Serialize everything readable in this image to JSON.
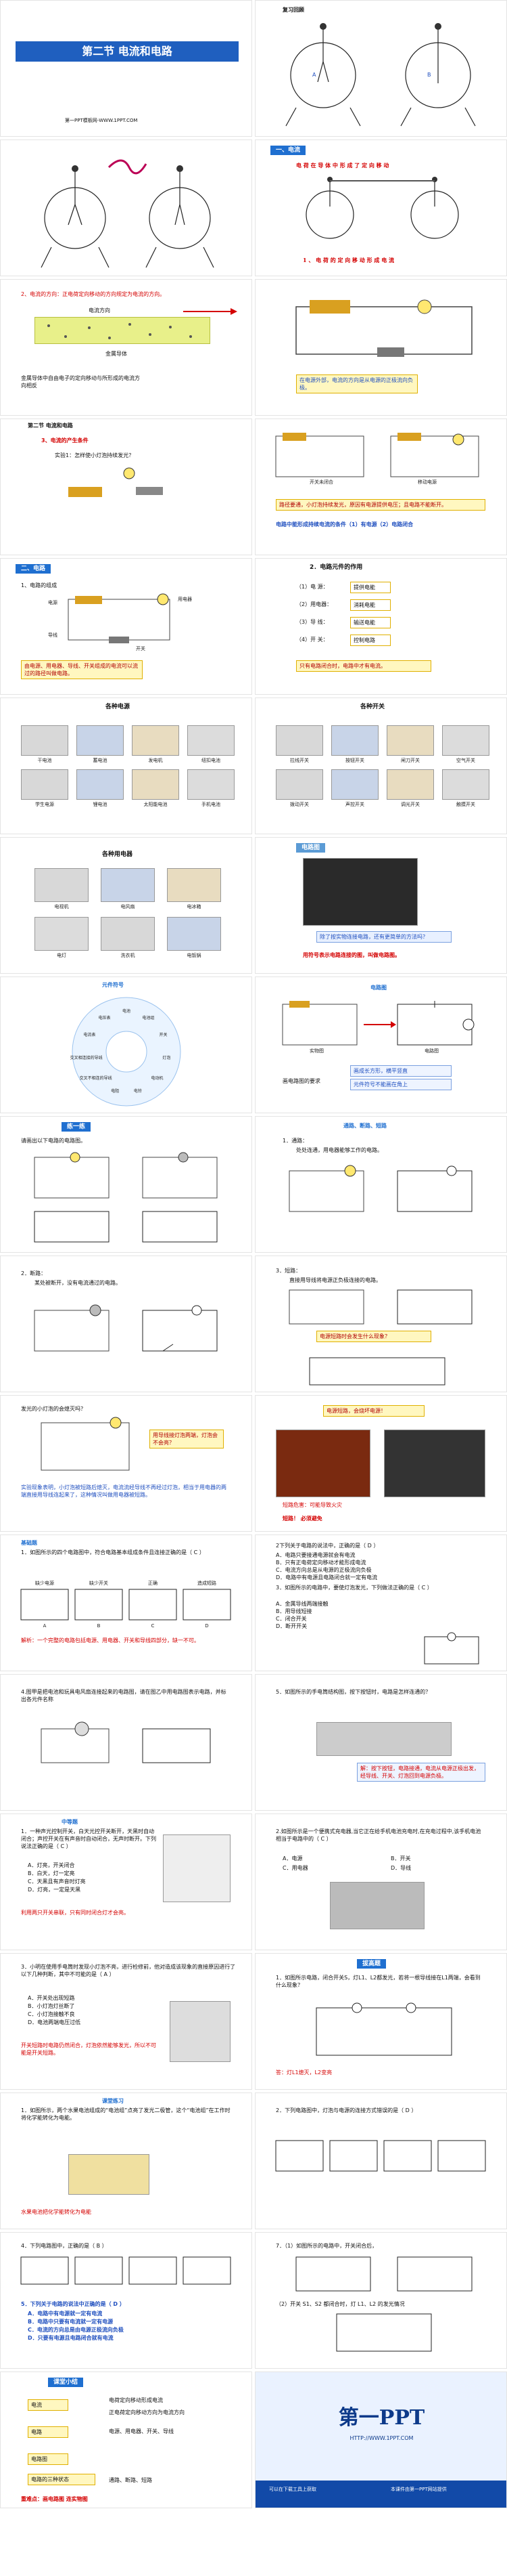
{
  "slides": [
    {
      "id": 1,
      "title": "第二节  电流和电路",
      "sub": "第一PPT模板网-WWW.1PPT.COM"
    },
    {
      "id": 2,
      "header": "复习回顾",
      "labelA": "A",
      "labelB": "B"
    },
    {
      "id": 3
    },
    {
      "id": 4,
      "header": "一、电流",
      "text1": "电 荷 在 导 体 中 形 成 了 定 向 移 动",
      "text2": "1 、 电 荷 的 定 向 移 动 形 成 电 流"
    },
    {
      "id": 5,
      "p1": "2、电流的方向：正电荷定向移动的方向规定为电流的方向。",
      "label_dir": "电流方向",
      "label_metal": "金属导体",
      "p2": "金属导体中自由电子的定向移动与所形成的电流方向相反"
    },
    {
      "id": 6,
      "note": "在电源外部，电流的方向是从电源的正极流向负极。"
    },
    {
      "id": 7,
      "header": "第二节  电流和电路",
      "sub": "3、电流的产生条件",
      "q": "实验1：怎样使小灯泡持续发光？"
    },
    {
      "id": 8,
      "lbl_battery": "开关未闭合",
      "lbl_switch": "移动电源",
      "note": "路径要通，小灯泡持续发光，原因有电源提供电压；且电路不能断开。",
      "cond": "电路中能形成持续电流的条件（1）有电源（2）电路闭合"
    },
    {
      "id": 9,
      "header": "二、电路",
      "p1": "1、电路的组成",
      "lbl_source": "电源",
      "lbl_wire": "导线",
      "lbl_switch": "开关",
      "lbl_load": "用电器",
      "note": "由电源、用电器、导线、开关组成的电流可以流过的路径叫做电路。"
    },
    {
      "id": 10,
      "title": "2．电路元件的作用",
      "rows": [
        {
          "n": "（1）电    源：",
          "v": "提供电能"
        },
        {
          "n": "（2）用电器：",
          "v": "消耗电能"
        },
        {
          "n": "（3）导    线：",
          "v": "输送电能"
        },
        {
          "n": "（4）开    关：",
          "v": "控制电路"
        }
      ],
      "note": "只有电路闭合时，电路中才有电流。"
    },
    {
      "id": 11,
      "title": "各种电源",
      "items": [
        "干电池",
        "蓄电池",
        "发电机",
        "纽扣电池",
        "学生电源",
        "锂电池",
        "太阳能电池",
        "手机电池"
      ]
    },
    {
      "id": 12,
      "title": "各种开关",
      "items": [
        "拉线开关",
        "按钮开关",
        "闸刀开关",
        "空气开关",
        "拨动开关",
        "声控开关",
        "调光开关",
        "触摸开关"
      ]
    },
    {
      "id": 13,
      "title": "各种用电器",
      "items": [
        "电视机",
        "电风扇",
        "电冰箱",
        "电灯",
        "洗衣机",
        "电饭锅"
      ]
    },
    {
      "id": 14,
      "title": "电路图",
      "q": "除了按实物连接电路，还有更简单的方法吗？",
      "a": "用符号表示电路连接的图，叫做电路图。"
    },
    {
      "id": 15,
      "title": "元件符号",
      "items": [
        "电池",
        "电池组",
        "开关",
        "灯泡",
        "电动机",
        "电铃",
        "电阻",
        "交叉不相连的导线",
        "交叉相连接的导线",
        "电流表",
        "电压表"
      ]
    },
    {
      "id": 16,
      "title": "电路图",
      "lbl_real": "实物图",
      "lbl_diag": "电路图",
      "p1": "画电路图的要求",
      "req": [
        "画成长方形，横平竖直",
        "元件符号不能画在角上"
      ]
    },
    {
      "id": 17,
      "header": "练一练",
      "p1": "请画出以下电路的电路图。"
    },
    {
      "id": 18,
      "title": "通路、断路、短路",
      "p1": "1．通路：",
      "p2": "处处连通，用电器能够工作的电路。"
    },
    {
      "id": 19,
      "p1": "2．断路：",
      "p2": "某处被断开，没有电流通过的电路。"
    },
    {
      "id": 20,
      "p1": "3．短路：",
      "p2": "直接用导线将电源正负极连接的电路。",
      "q": "电源短路时会发生什么现象？"
    },
    {
      "id": 21,
      "q": "发光的小灯泡的会熄灭吗？",
      "bubble": "用导线接灯泡两端，灯泡会不会亮？",
      "p1": "实验现象表明，小灯泡被短路后熄灭，电流流经导线不再经过灯泡，相当于用电器的两端直接用导线连起来了，这种情况叫做用电器被短路。"
    },
    {
      "id": 22,
      "warn": "电源短路，会烧坏电源！",
      "cap1": "短路危害：可能导致火灾",
      "cap2": "短路！ 必须避免"
    },
    {
      "id": 23,
      "header": "基础题",
      "p1": "1．如图所示的四个电路图中，符合电路基本组成条件且连接正确的是（ C ）",
      "opts": [
        "A",
        "B",
        "C",
        "D"
      ],
      "tips": [
        "缺少电源",
        "缺少开关",
        "正确",
        "造成短路"
      ],
      "note": "解析：一个完整的电路包括电源、用电器、开关和导线四部分，缺一不可。"
    },
    {
      "id": 24,
      "p1": "2下列关于电路的说法中，正确的是（ D ）",
      "opts": [
        "A．电路只要接通电源就会有电流",
        "B．只有正电荷定向移动才能形成电流",
        "C．电流方向总是从电源的正极流向负极",
        "D．电路中有电源且电路闭合就一定有电流"
      ],
      "p2": "3．如图所示的电路中，要使灯泡发光，下列做法正确的是（ C ）",
      "opts2": [
        "A．金属导线两端接触",
        "B．用导线短接",
        "C．闭合开关",
        "D．断开开关"
      ]
    },
    {
      "id": 25,
      "p1": "4.图甲是把电池和玩具电风扇连接起来的电路图，请在图乙中用电路图表示电路，并标出各元件名称"
    },
    {
      "id": 26,
      "p1": "5．如图所示的手电筒结构图，按下按钮时，电路是怎样连通的？",
      "note": "解：按下按钮，电路接通，电流从电源正极出发，经导线、开关、灯泡回到电源负极。"
    },
    {
      "id": 27,
      "header": "中等题",
      "p1": "1．一种声光控制开关，白天光控开关断开，天黑时自动闭合；声控开关在有声音时自动闭合，无声时断开。下列说法正确的是（ C ）",
      "opts": [
        "A．灯亮，开关闭合",
        "B．白天，灯一定亮",
        "C．天黑且有声音时灯亮",
        "D．灯亮，一定是天黑"
      ],
      "note": "利用两只开关串联，只有同时闭合灯才会亮。"
    },
    {
      "id": 28,
      "p1": "2.如图所示是一个便携式充电器,当它正在给手机电池充电时,在充电过程中,该手机电池相当于电路中的（ C ）",
      "opts": [
        "A．电源",
        "B．开关",
        "C．用电器",
        "D．导线"
      ]
    },
    {
      "id": 29,
      "p1": "3．小明在使用手电筒时发现小灯泡不亮，进行检修前，他对造成该现象的直接原因进行了以下几种判断，其中不可能的是（ A ）",
      "opts": [
        "A．开关处出现短路",
        "B．小灯泡灯丝断了",
        "C．小灯泡接触不良",
        "D．电池两端电压过低"
      ],
      "note": "开关短路时电路仍然闭合，灯泡依然能够发光，所以不可能是开关短路。"
    },
    {
      "id": 30,
      "header": "拔高题",
      "p1": "1．如图所示电路，闭合开关S，灯L1、L2都发光，若将一根导线接在L1两端，会看到什么现象？",
      "p2": "答：灯L1熄灭，L2变亮"
    },
    {
      "id": 31,
      "p1": "课堂练习",
      "p2": "1．如图所示，两个水果电池组成的“电池组”点亮了发光二极管，这个“电池组”在工作时将化学能转化为电能。",
      "note": "水果电池把化学能转化为电能"
    },
    {
      "id": 32,
      "p1": "2．下列电路图中，灯泡与电源的连接方式错误的是（ D ）"
    },
    {
      "id": 33,
      "p1": "4．下列电路图中，正确的是（ B ）",
      "p2": "5．下列关于电路的说法中正确的是（ D ）",
      "opts": [
        "A．电路中有电源就一定有电流",
        "B．电路中只要有电流就一定有电源",
        "C．电流的方向总是由电源正极流向负极",
        "D．只要有电源且电路闭合就有电流"
      ]
    },
    {
      "id": 34,
      "p1": "7．（1）如图所示的电路中，开关闭合后，",
      "p2": "（2）开关 S1、S2 都闭合时，灯 L1、L2 的发光情况"
    },
    {
      "id": 35,
      "header": "课堂小结",
      "nodes": [
        "电流",
        "电路",
        "电路图",
        "电路的三种状态"
      ],
      "sub": [
        "电荷定向移动形成电流",
        "正电荷定向移动方向为电流方向",
        "电源、用电器、开关、导线",
        "通路、断路、短路"
      ],
      "key": "重难点：画电路图    连实物图"
    },
    {
      "id": 36,
      "logo": "第一PPT",
      "url": "HTTP://WWW.1PPT.COM",
      "foot1": "可以在下载工具上获取",
      "foot2": "本课件由第一PPT网站提供"
    }
  ]
}
